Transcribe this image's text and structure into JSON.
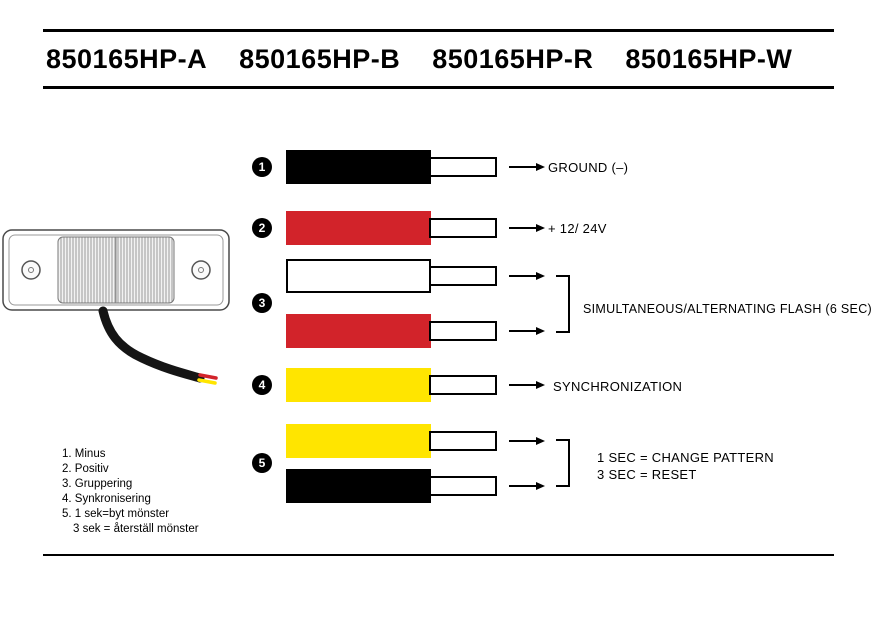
{
  "title": {
    "models": [
      "850165HP-A",
      "850165HP-B",
      "850165HP-R",
      "850165HP-W"
    ]
  },
  "colors": {
    "black": "#000000",
    "red": "#d2232a",
    "yellow": "#ffe500",
    "white": "#ffffff"
  },
  "pins": [
    {
      "num": "1"
    },
    {
      "num": "2"
    },
    {
      "num": "3"
    },
    {
      "num": "4"
    },
    {
      "num": "5"
    }
  ],
  "labels": {
    "ground": "GROUND (–)",
    "power": "+ 12/ 24V",
    "flash": "SIMULTANEOUS/ALTERNATING FLASH (6 SEC)",
    "sync": "SYNCHRONIZATION",
    "pattern_line1": "1 SEC = CHANGE PATTERN",
    "pattern_line2": "3 SEC = RESET"
  },
  "legend": {
    "lines": [
      "1. Minus",
      "2. Positiv",
      "3. Gruppering",
      "4. Synkronisering",
      "5. 1 sek=byt mönster",
      "3 sek = återställ mönster"
    ]
  }
}
